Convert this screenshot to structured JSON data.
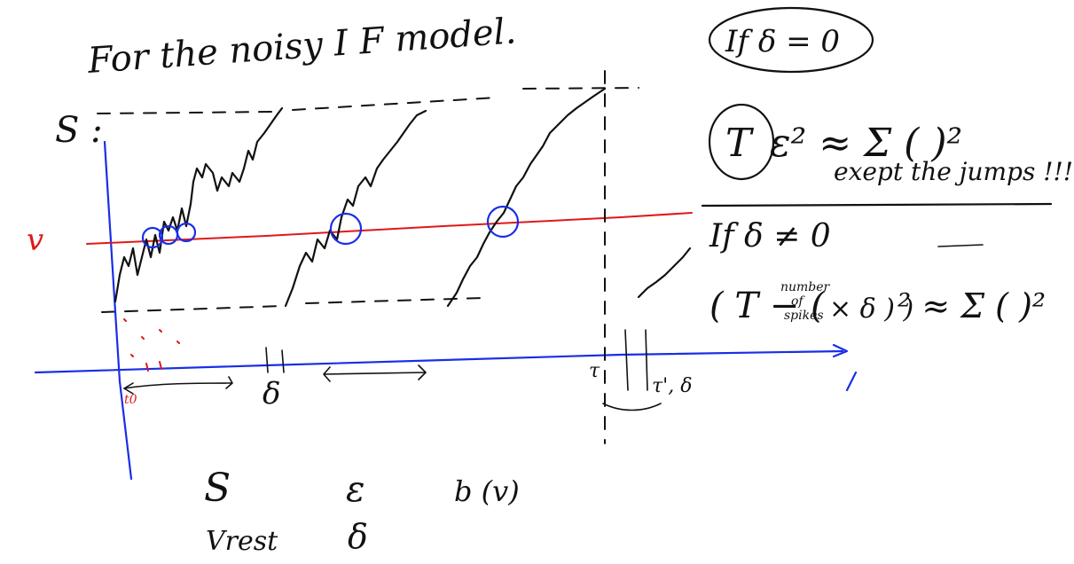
{
  "colors": {
    "ink": "#111111",
    "blue": "#1a2ee6",
    "red": "#e01818",
    "background": "#ffffff"
  },
  "title": "For the noisy I F model.",
  "labels": {
    "threshold": "S :",
    "potential": "v",
    "delta": "δ",
    "delta2": "δ",
    "tau": "τ",
    "tau_delta": "τ', δ",
    "bottom_S": "S",
    "bottom_vrest": "Vrest",
    "bottom_eps": "ε",
    "bottom_delta": "δ",
    "bottom_b": "b (v)",
    "red_t0": "t0"
  },
  "notes": {
    "case_zero": "If δ = 0",
    "T": "T",
    "eps_sq": "ε² ≈ Σ (   )²",
    "except": "exept the jumps !!!",
    "case_nonzero": "If δ ≠ 0",
    "formula_left": "( T − (",
    "nspikes_1": "number",
    "nspikes_2": "of",
    "nspikes_3": "spikes",
    "times_delta": "× δ ) )",
    "approx_sum": "² ≈ Σ (   )²"
  }
}
